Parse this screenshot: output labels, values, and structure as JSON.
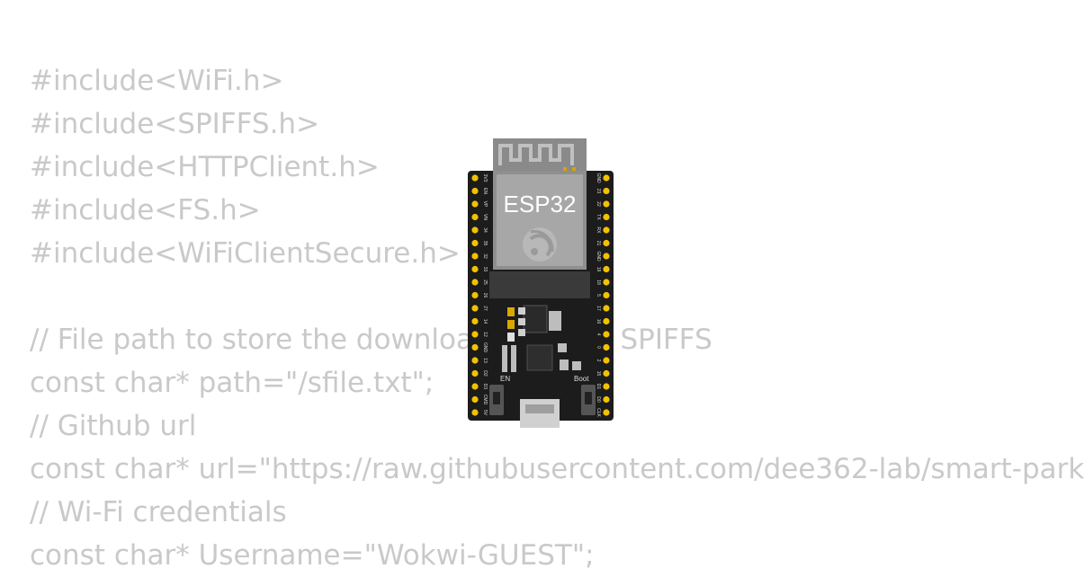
{
  "code": {
    "lines": [
      "#include<WiFi.h>",
      "#include<SPIFFS.h>",
      "#include<HTTPClient.h>",
      "#include<FS.h>",
      "#include<WiFiClientSecure.h>",
      "",
      "// File path to store the downloaded file in SPIFFS",
      "const char* path=\"/sfile.txt\";",
      "// Github url",
      "const char* url=\"https://raw.githubusercontent.com/dee362-lab/smart-park",
      "// Wi-Fi credentials",
      "const char* Username=\"Wokwi-GUEST\";"
    ]
  },
  "board": {
    "chip_label": "ESP32",
    "en_label": "EN",
    "boot_label": "Boot",
    "left_pins": [
      "3V3",
      "EN",
      "VP",
      "VN",
      "34",
      "35",
      "32",
      "33",
      "25",
      "26",
      "27",
      "14",
      "12",
      "GND",
      "13",
      "D2",
      "D3",
      "CMD",
      "5V"
    ],
    "right_pins": [
      "GND",
      "23",
      "22",
      "TX",
      "RX",
      "21",
      "GND",
      "19",
      "18",
      "5",
      "17",
      "16",
      "4",
      "0",
      "2",
      "15",
      "D1",
      "D0",
      "CLK"
    ],
    "colors": {
      "pcb": "#1c1c1c",
      "pin": "#f2c200",
      "shield": "#8f8f8f",
      "chip_face": "#a7a7a7"
    }
  }
}
